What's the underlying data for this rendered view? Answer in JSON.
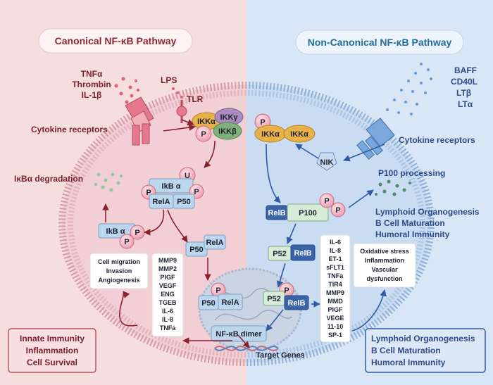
{
  "titles": {
    "canonical": "Canonical NF-κB Pathway",
    "non_canonical": "Non-Canonical NF-κB Pathway"
  },
  "left": {
    "ligands": [
      "TNFα",
      "Thrombin",
      "IL-1β"
    ],
    "lps": "LPS",
    "tlr": "TLR",
    "cytokine_receptors": "Cytokine receptors",
    "ikba_degradation": "IκBα degradation",
    "ikk": {
      "alpha": "IKKα",
      "gamma": "IKKγ",
      "beta": "IKKβ",
      "p": "P"
    },
    "complex": {
      "u": "U",
      "ikba": "IkB α",
      "p": "P",
      "rela": "RelA",
      "p50": "P50"
    },
    "ikba_small": "IkB α",
    "p50_rela": {
      "p50": "P50",
      "rela": "RelA"
    },
    "outcomes": [
      "Cell migration",
      "Invasion",
      "Angiogenesis"
    ],
    "genes": [
      "MMP9",
      "MMP2",
      "PIGF",
      "VEGF",
      "ENG",
      "TGEB",
      "IL-6",
      "IL-8",
      "TNFa"
    ],
    "innate_box": [
      "Innate Immunity",
      "Inflammation",
      "Cell Survival"
    ]
  },
  "nucleus": {
    "p50": "P50",
    "rela": "RelA",
    "p": "P",
    "p52": "P52",
    "relb": "RelB",
    "dimer": "NF-κB dimer",
    "target_genes": "Target Genes"
  },
  "right": {
    "ligands": [
      "BAFF",
      "CD40L",
      "LTβ",
      "LTα"
    ],
    "cytokine_receptors": "Cytokine receptors",
    "ikk": {
      "p": "P",
      "a1": "IKKα",
      "a2": "IKKα"
    },
    "nik": "NIK",
    "p100_processing": "P100 processing",
    "relb_p100": {
      "relb": "RelB",
      "p100": "P100",
      "p": "P"
    },
    "lymphoid_mid": [
      "Lymphoid Organogenesis",
      "B Cell Maturation",
      "Humoral Immunity"
    ],
    "p52_relb": {
      "p52": "P52",
      "relb": "RelB"
    },
    "genes": [
      "IL-6",
      "IL-8",
      "ET-1",
      "sFLT1",
      "TNFa",
      "TIR4",
      "MMP9",
      "MMD",
      "PIGF",
      "VEGE",
      "11-10",
      "SP-1"
    ],
    "stress": [
      "Oxidative stress",
      "Inflammation",
      "Vascular",
      "dysfunction"
    ],
    "lymphoid_box": [
      "Lymphoid Organogenesis",
      "B Cell Maturation",
      "Humoral Immunity"
    ]
  },
  "colors": {
    "left_bg": "#f6dede",
    "right_bg": "#d9e6f5",
    "box_blue": "#bcd6ee",
    "relb": "#3b63a8",
    "pink_p": "#f4b6c2",
    "ikk_orange": "#e8b14a",
    "ikk_purple": "#a98bbf",
    "ikk_green": "#7fb07a"
  }
}
